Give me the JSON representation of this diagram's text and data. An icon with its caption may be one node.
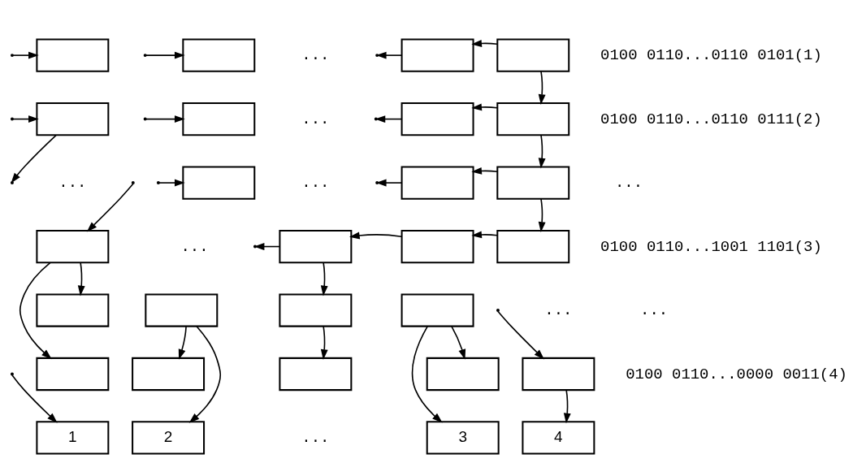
{
  "diagram": {
    "nodes": [
      {
        "text": [],
        "shape": "box"
      },
      {
        "text": [],
        "shape": "box"
      },
      {
        "text": [],
        "shape": "box"
      },
      {
        "text": [],
        "shape": "box"
      },
      {
        "text": [],
        "shape": "box"
      },
      {
        "text": [],
        "shape": "box"
      },
      {
        "text": [],
        "shape": "box"
      },
      {
        "text": [],
        "shape": "box"
      },
      {
        "text": [],
        "shape": "box"
      },
      {
        "text": [],
        "shape": "box"
      },
      {
        "text": [],
        "shape": "box"
      },
      {
        "text": [],
        "shape": "box"
      },
      {
        "text": [],
        "shape": "box"
      },
      {
        "text": [],
        "shape": "box"
      },
      {
        "text": [],
        "shape": "box"
      },
      {
        "text": [],
        "shape": "box"
      },
      {
        "text": [],
        "shape": "box"
      },
      {
        "text": [],
        "shape": "box"
      },
      {
        "text": [],
        "shape": "box"
      },
      {
        "text": [],
        "shape": "box"
      },
      {
        "text": [],
        "shape": "box"
      },
      {
        "text": [],
        "shape": "box"
      },
      {
        "text": [],
        "shape": "box"
      },
      {
        "text": [],
        "shape": "box"
      },
      {
        "text": [
          "1"
        ]
      },
      {
        "text": [
          "2"
        ]
      },
      {
        "text": [
          "3"
        ]
      },
      {
        "text": [
          "4"
        ]
      }
    ],
    "edges": [
      {
        "from": 3,
        "to": 2,
        "arrow": "to"
      },
      {
        "from": 2,
        "to": null,
        "arrow": "to"
      },
      {
        "from": null,
        "to": 1,
        "arrow": "to"
      },
      {
        "from": null,
        "to": 0,
        "arrow": "to"
      },
      {
        "from": 3,
        "to": 7,
        "arrow": "to"
      },
      {
        "from": 7,
        "to": 6,
        "arrow": "to"
      },
      {
        "from": 6,
        "to": null,
        "arrow": "to"
      },
      {
        "from": null,
        "to": 5,
        "arrow": "to"
      },
      {
        "from": 4,
        "to": null,
        "arrow": "to"
      },
      {
        "from": null,
        "to": 4,
        "arrow": "to"
      },
      {
        "from": 7,
        "to": 10,
        "arrow": "to"
      },
      {
        "from": 10,
        "to": 9,
        "arrow": "to"
      },
      {
        "from": 9,
        "to": null,
        "arrow": "to"
      },
      {
        "from": null,
        "to": 8,
        "arrow": "to"
      },
      {
        "from": 10,
        "to": 14,
        "arrow": "to"
      },
      {
        "from": 14,
        "to": 13,
        "arrow": "to"
      },
      {
        "from": 13,
        "to": 12,
        "arrow": "to"
      },
      {
        "from": 12,
        "to": null,
        "arrow": "to"
      },
      {
        "from": null,
        "to": 11,
        "arrow": "to"
      },
      {
        "from": null,
        "to": 24,
        "arrow": "to"
      },
      {
        "from": 11,
        "to": 15,
        "arrow": "to"
      },
      {
        "from": 11,
        "to": 19,
        "arrow": "to"
      },
      {
        "from": 12,
        "to": 17,
        "arrow": "to"
      },
      {
        "from": 17,
        "to": 21,
        "arrow": "to"
      },
      {
        "from": 16,
        "to": 20,
        "arrow": "to"
      },
      {
        "from": 16,
        "to": 25,
        "arrow": "to"
      },
      {
        "from": 18,
        "to": 22,
        "arrow": "to"
      },
      {
        "from": 18,
        "to": 26,
        "arrow": "to"
      },
      {
        "from": null,
        "to": 23,
        "arrow": "to"
      },
      {
        "from": 23,
        "to": 27,
        "arrow": "to"
      }
    ],
    "labels": [
      "...",
      "0100 0110...0110 0101(1)",
      "...",
      "...",
      "0100 0110...0110 0111(2)",
      "...",
      "...",
      "...",
      "0100 0110...1001 1101(3)",
      "...",
      "...",
      "0100 0110...0000 0011(4)",
      "..."
    ]
  }
}
